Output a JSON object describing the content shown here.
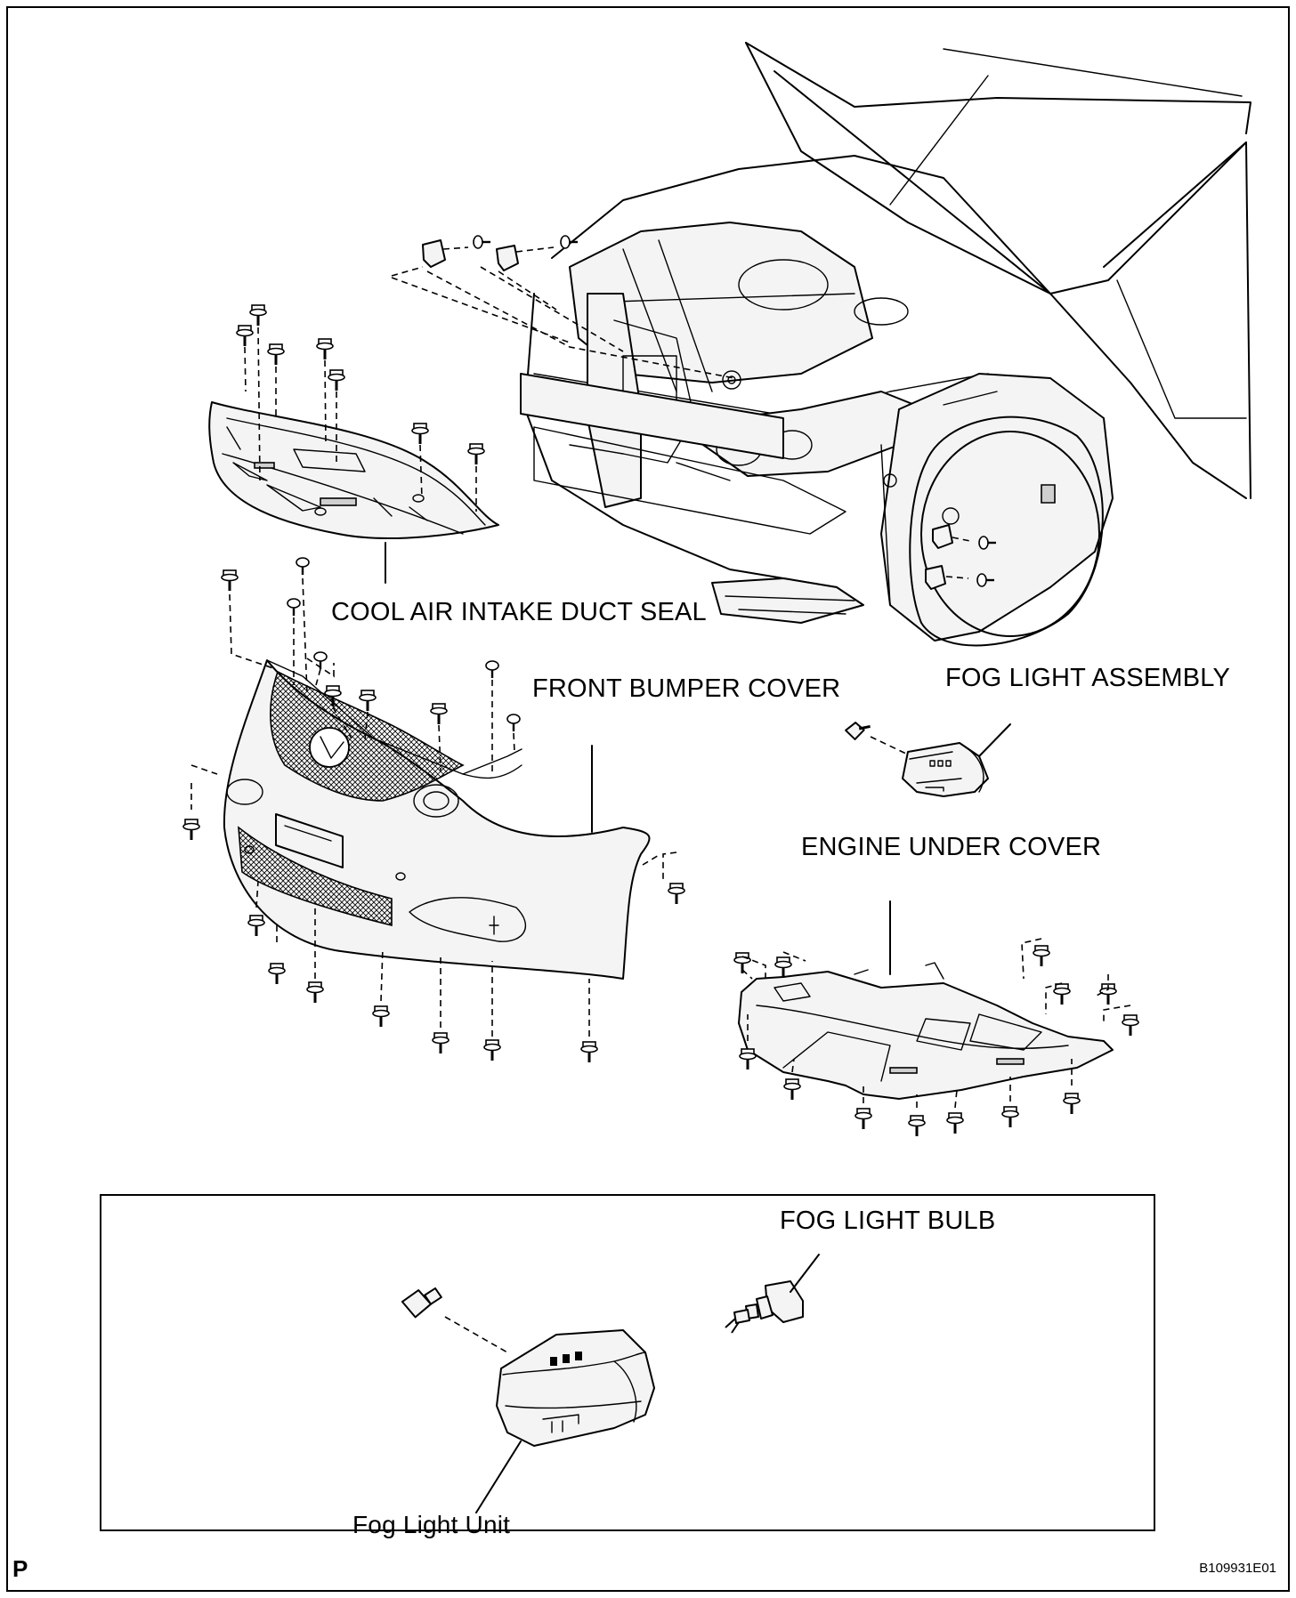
{
  "labels": {
    "cool_air_intake_duct_seal": "COOL AIR INTAKE DUCT SEAL",
    "front_bumper_cover": "FRONT BUMPER COVER",
    "fog_light_assembly": "FOG LIGHT ASSEMBLY",
    "engine_under_cover": "ENGINE UNDER COVER",
    "fog_light_bulb": "FOG LIGHT BULB",
    "fog_light_unit": "Fog Light Unit"
  },
  "corner_mark": "P",
  "figure_id": "B109931E01"
}
